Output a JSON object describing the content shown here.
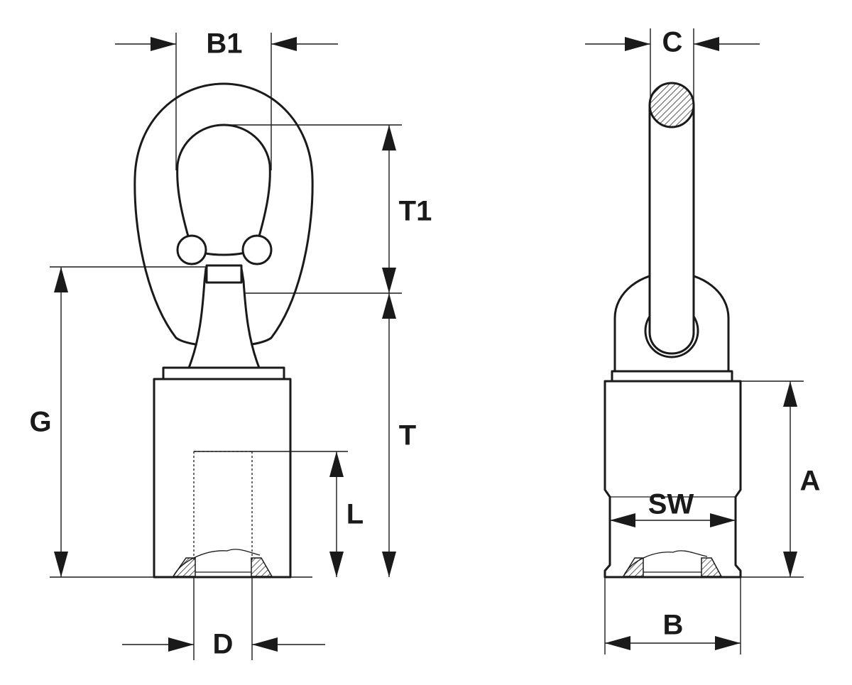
{
  "dimension_labels": {
    "B1": "B1",
    "C": "C",
    "T1": "T1",
    "G": "G",
    "T": "T",
    "L": "L",
    "D": "D",
    "SW": "SW",
    "A": "A",
    "B": "B"
  },
  "colors": {
    "line": "#1a1a1a",
    "background": "#ffffff"
  }
}
